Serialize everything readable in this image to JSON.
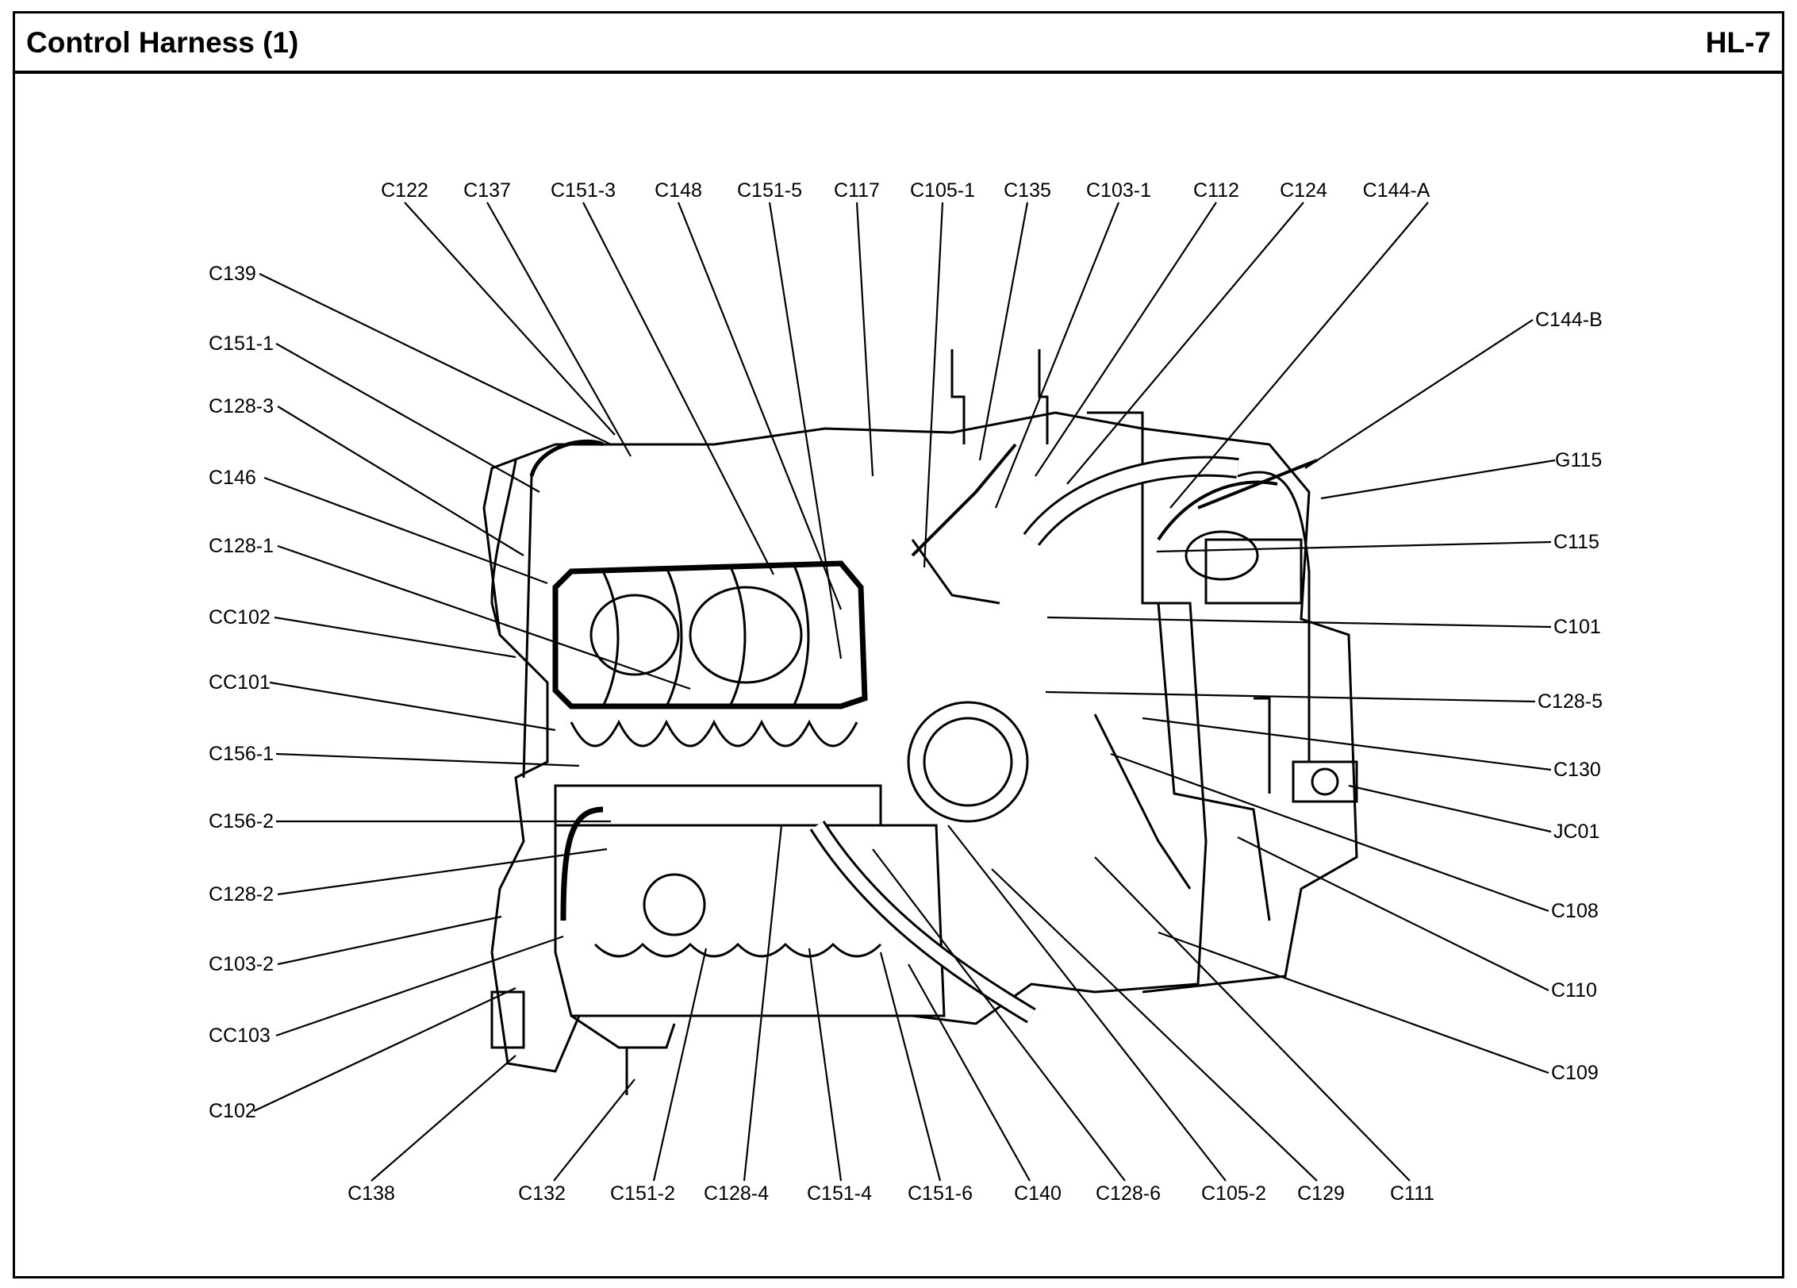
{
  "header": {
    "title": "Control Harness (1)",
    "page_id": "HL-7"
  },
  "connectors": {
    "top": [
      "C122",
      "C137",
      "C151-3",
      "C148",
      "C151-5",
      "C117",
      "C105-1",
      "C135",
      "C103-1",
      "C112",
      "C124",
      "C144-A"
    ],
    "left": [
      "C139",
      "C151-1",
      "C128-3",
      "C146",
      "C128-1",
      "CC102",
      "CC101",
      "C156-1",
      "C156-2",
      "C128-2",
      "C103-2",
      "CC103",
      "C102"
    ],
    "right": [
      "C144-B",
      "G115",
      "C115",
      "C101",
      "C128-5",
      "C130",
      "JC01",
      "C108",
      "C110",
      "C109"
    ],
    "bottom": [
      "C138",
      "C132",
      "C151-2",
      "C128-4",
      "C151-4",
      "C151-6",
      "C140",
      "C128-6",
      "C105-2",
      "C129",
      "C111"
    ]
  }
}
